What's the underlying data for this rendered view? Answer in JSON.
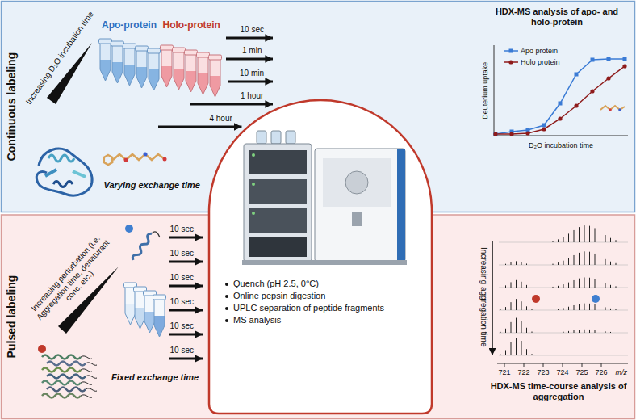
{
  "diagram": {
    "nodes": [
      {
        "text": [
          "Continuous labeling"
        ]
      },
      {
        "text": [
          "Pulsed labeling"
        ]
      },
      {
        "text": [
          "Quench (pH 2.5, 0°C)",
          "Online pepsin digestion",
          "UPLC separation of peptide fragments",
          "MS analysis"
        ]
      }
    ],
    "labels": [
      "Increasing D₂O incubation time",
      "Apo-protein",
      "Holo-protein",
      "10 sec",
      "1 min",
      "10 min",
      "1 hour",
      "4 hour",
      "Varying exchange time",
      "HDX-MS analysis of apo- and holo-protein",
      "Deuterium uptake",
      "D₂O incubation time",
      "Increasing perturbation (i.e. Aggregation time, denaturant conc. etc.)",
      "10 sec",
      "10 sec",
      "10 sec",
      "10 sec",
      "10 sec",
      "10 sec",
      "Fixed exchange time",
      "Increasing aggregation time",
      "721",
      "722",
      "723",
      "724",
      "725",
      "726",
      "m/z",
      "HDX-MS time-course analysis of aggregation"
    ],
    "legend": [
      {
        "text": "Apo protein",
        "color": "#3a7bd5"
      },
      {
        "text": "Holo protein",
        "color": "#8e1b1b"
      }
    ]
  }
}
